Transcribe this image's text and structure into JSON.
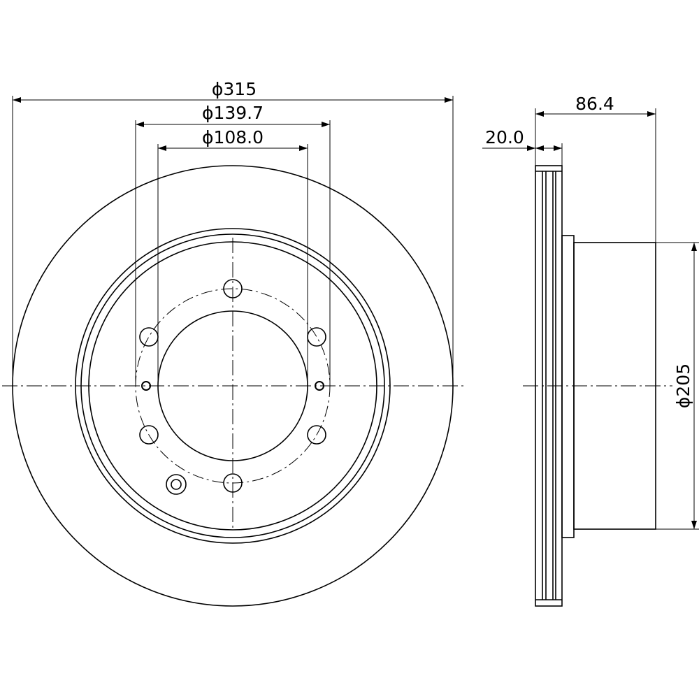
{
  "front_view": {
    "dim_outer_diameter": "ϕ315",
    "dim_bolt_circle": "ϕ139.7",
    "dim_center_bore": "ϕ108.0"
  },
  "side_view": {
    "dim_total_height": "86.4",
    "dim_disc_thickness": "20.0",
    "dim_hat_diameter": "ϕ205"
  },
  "colors": {
    "line": "#000000",
    "background": "#ffffff"
  }
}
